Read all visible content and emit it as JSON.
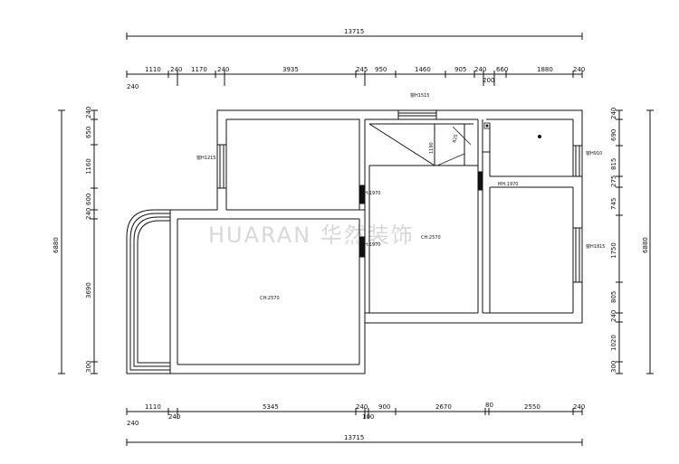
{
  "overall": {
    "width_total": "13715",
    "height_total": "6880"
  },
  "top_dims": {
    "row": [
      "1110",
      "240",
      "1170",
      "240",
      "3935",
      "245",
      "950",
      "1460",
      "905",
      "240",
      "660",
      "1880",
      "240"
    ],
    "left_offset": "240",
    "sub": "200"
  },
  "bottom_dims": {
    "row": [
      "1110",
      "5345",
      "240",
      "900",
      "2670",
      "80",
      "2550",
      "240"
    ],
    "left_offset": "240",
    "second_240": "240",
    "sub": "100"
  },
  "left_dims": [
    "240",
    "650",
    "1160",
    "600",
    "240",
    "3690",
    "300"
  ],
  "right_dims": [
    "240",
    "690",
    "815",
    "275",
    "745",
    "1750",
    "805",
    "240",
    "1020",
    "300"
  ],
  "labels": {
    "win_top": "窗H1515",
    "win_left": "窗H1215",
    "win_right1": "窗H910",
    "win_right2": "窗H1815",
    "door1": "MH:1970",
    "door2": "MH:1970",
    "door3": "MH:1970",
    "room_main": "CH:2570",
    "room_mid": "CH:2570",
    "stair1": "1190",
    "stair2": "825"
  },
  "watermark": "HUARAN 华然装饰"
}
